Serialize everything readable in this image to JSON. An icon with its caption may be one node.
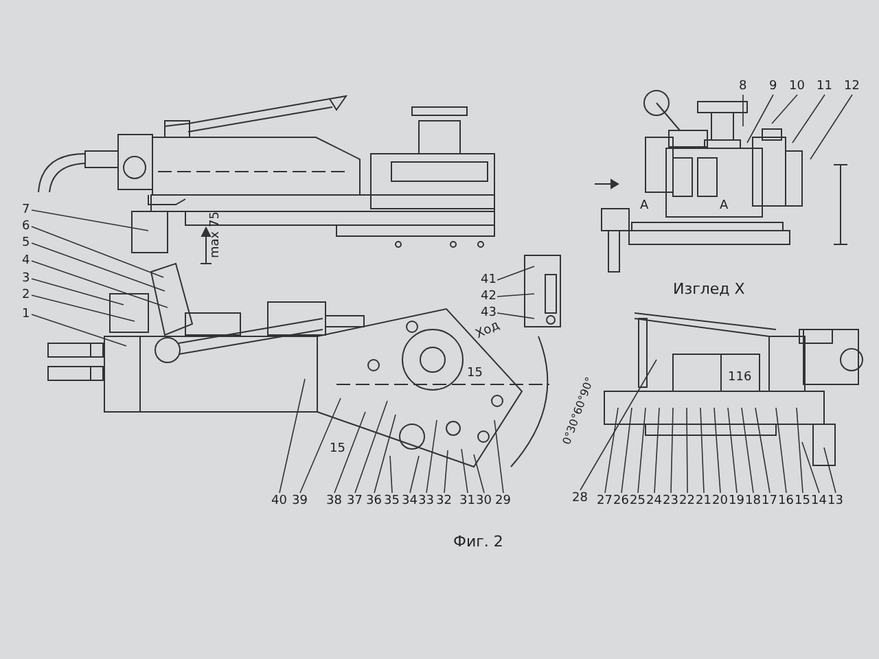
{
  "diagram": {
    "caption": "Фиг. 2",
    "nodes": [
      {
        "text": [
          "1"
        ]
      },
      {
        "text": [
          "2"
        ]
      },
      {
        "text": [
          "3"
        ]
      },
      {
        "text": [
          "4"
        ]
      },
      {
        "text": [
          "5"
        ]
      },
      {
        "text": [
          "6"
        ]
      },
      {
        "text": [
          "7"
        ]
      },
      {
        "text": [
          "8"
        ]
      },
      {
        "text": [
          "9"
        ]
      },
      {
        "text": [
          "10"
        ]
      },
      {
        "text": [
          "11"
        ]
      },
      {
        "text": [
          "12"
        ]
      },
      {
        "text": [
          "13"
        ]
      },
      {
        "text": [
          "14"
        ]
      },
      {
        "text": [
          "15"
        ]
      },
      {
        "text": [
          "16"
        ]
      },
      {
        "text": [
          "17"
        ]
      },
      {
        "text": [
          "18"
        ]
      },
      {
        "text": [
          "19"
        ]
      },
      {
        "text": [
          "20"
        ]
      },
      {
        "text": [
          "21"
        ]
      },
      {
        "text": [
          "22"
        ]
      },
      {
        "text": [
          "23"
        ]
      },
      {
        "text": [
          "24"
        ]
      },
      {
        "text": [
          "25"
        ]
      },
      {
        "text": [
          "26"
        ]
      },
      {
        "text": [
          "27"
        ]
      },
      {
        "text": [
          "28"
        ]
      },
      {
        "text": [
          "29"
        ]
      },
      {
        "text": [
          "30"
        ]
      },
      {
        "text": [
          "31"
        ]
      },
      {
        "text": [
          "32"
        ]
      },
      {
        "text": [
          "33"
        ]
      },
      {
        "text": [
          "34"
        ]
      },
      {
        "text": [
          "35"
        ]
      },
      {
        "text": [
          "36"
        ]
      },
      {
        "text": [
          "37"
        ]
      },
      {
        "text": [
          "38"
        ]
      },
      {
        "text": [
          "39"
        ]
      },
      {
        "text": [
          "40"
        ]
      },
      {
        "text": [
          "41"
        ]
      },
      {
        "text": [
          "42"
        ]
      },
      {
        "text": [
          "43"
        ]
      }
    ],
    "edges": [
      {
        "from": 0,
        "to": null,
        "arrow": "none"
      },
      {
        "from": 1,
        "to": null,
        "arrow": "none"
      },
      {
        "from": 2,
        "to": null,
        "arrow": "none"
      },
      {
        "from": 3,
        "to": null,
        "arrow": "none"
      },
      {
        "from": 4,
        "to": null,
        "arrow": "none"
      },
      {
        "from": 5,
        "to": null,
        "arrow": "none"
      },
      {
        "from": 6,
        "to": null,
        "arrow": "none"
      },
      {
        "from": 7,
        "to": null,
        "arrow": "none"
      },
      {
        "from": 8,
        "to": null,
        "arrow": "none"
      },
      {
        "from": 9,
        "to": null,
        "arrow": "none"
      },
      {
        "from": 10,
        "to": null,
        "arrow": "none"
      },
      {
        "from": 11,
        "to": null,
        "arrow": "none"
      },
      {
        "from": 12,
        "to": null,
        "arrow": "none"
      },
      {
        "from": 13,
        "to": null,
        "arrow": "none"
      },
      {
        "from": 14,
        "to": null,
        "arrow": "none"
      },
      {
        "from": 15,
        "to": null,
        "arrow": "none"
      },
      {
        "from": 16,
        "to": null,
        "arrow": "none"
      },
      {
        "from": 17,
        "to": null,
        "arrow": "none"
      },
      {
        "from": 18,
        "to": null,
        "arrow": "none"
      },
      {
        "from": 19,
        "to": null,
        "arrow": "none"
      },
      {
        "from": 20,
        "to": null,
        "arrow": "none"
      },
      {
        "from": 21,
        "to": null,
        "arrow": "none"
      },
      {
        "from": 22,
        "to": null,
        "arrow": "none"
      },
      {
        "from": 23,
        "to": null,
        "arrow": "none"
      },
      {
        "from": 24,
        "to": null,
        "arrow": "none"
      },
      {
        "from": 25,
        "to": null,
        "arrow": "none"
      },
      {
        "from": 26,
        "to": null,
        "arrow": "none"
      },
      {
        "from": 27,
        "to": null,
        "arrow": "none"
      },
      {
        "from": 28,
        "to": null,
        "arrow": "none"
      },
      {
        "from": 29,
        "to": null,
        "arrow": "none"
      },
      {
        "from": 30,
        "to": null,
        "arrow": "none"
      },
      {
        "from": 31,
        "to": null,
        "arrow": "none"
      },
      {
        "from": 32,
        "to": null,
        "arrow": "none"
      },
      {
        "from": 33,
        "to": null,
        "arrow": "none"
      },
      {
        "from": 34,
        "to": null,
        "arrow": "none"
      },
      {
        "from": 35,
        "to": null,
        "arrow": "none"
      },
      {
        "from": 36,
        "to": null,
        "arrow": "none"
      },
      {
        "from": 37,
        "to": null,
        "arrow": "none"
      },
      {
        "from": 38,
        "to": null,
        "arrow": "none"
      },
      {
        "from": 39,
        "to": null,
        "arrow": "none"
      },
      {
        "from": 40,
        "to": null,
        "arrow": "none"
      },
      {
        "from": 41,
        "to": null,
        "arrow": "none"
      },
      {
        "from": 42,
        "to": null,
        "arrow": "none"
      }
    ],
    "labels": [
      "max 75",
      "Ход",
      "0°30°60°90°",
      "15",
      "15",
      "116",
      "А",
      "А",
      "Изглед X"
    ]
  }
}
